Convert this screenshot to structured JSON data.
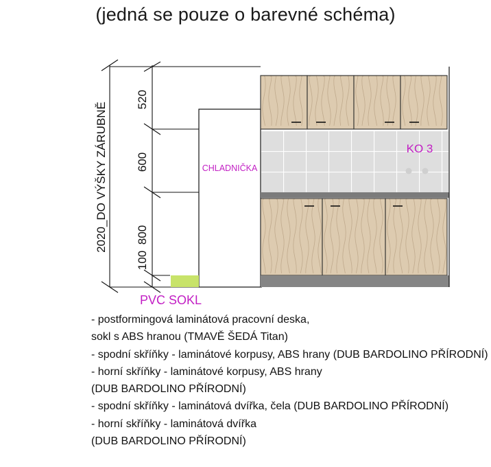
{
  "title": "(jedná se pouze o barevné schéma)",
  "dimensions": {
    "total_label": "2020_DO VÝŠKY ZÁRUBNĚ",
    "upper_cabinets": "520",
    "backsplash": "600",
    "lower_cabinets": "800",
    "plinth": "100"
  },
  "labels": {
    "fridge": "CHLADNIČKA",
    "hob_code": "KO 3",
    "plinth": "PVC SOKL"
  },
  "colors": {
    "wood": "#ddcbb0",
    "wood_grain": "#b69f82",
    "tile": "#dedede",
    "countertop": "#7b7b7b",
    "plinth_dark": "#858585",
    "pvc_plinth": "#c8e36a",
    "magenta": "#c21fc4"
  },
  "notes": [
    "- postformingová laminátová pracovní deska,",
    "sokl s ABS hranou (TMAVĚ ŠEDÁ Titan)",
    "- spodní skříňky - laminátové korpusy, ABS hrany (DUB BARDOLINO PŘÍRODNÍ)",
    "- horní skříňky - laminátové korpusy, ABS hrany",
    "(DUB BARDOLINO PŘÍRODNÍ)",
    "- spodní skříňky - laminátová dvířka, čela (DUB BARDOLINO PŘÍRODNÍ)",
    "- horní skříňky - laminátová dvířka",
    "(DUB BARDOLINO PŘÍRODNÍ)"
  ]
}
